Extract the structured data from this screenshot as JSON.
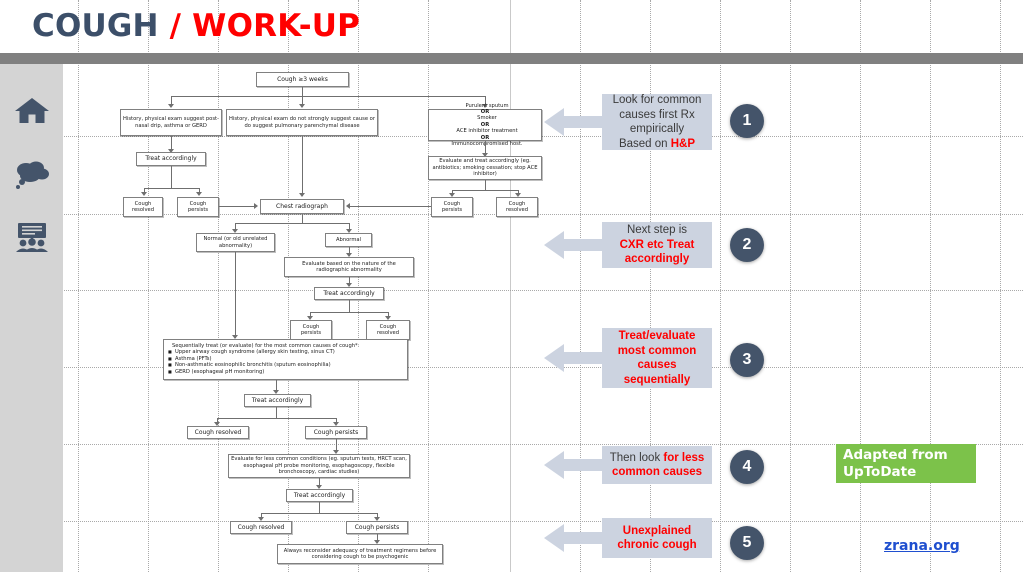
{
  "header": {
    "title_part1": "COUGH ",
    "title_part2": "/ WORK-UP",
    "title_color_1": "#3C4F69",
    "title_color_2": "#FF0000"
  },
  "sidebar": {
    "items": [
      {
        "icon": "home-icon",
        "name": "home"
      },
      {
        "icon": "thought-cloud-icon",
        "name": "thinking"
      },
      {
        "icon": "presentation-audience-icon",
        "name": "teaching"
      }
    ]
  },
  "flowchart": {
    "nodes": {
      "start": "Cough ≥3 weeks",
      "branch_left": "History, physical exam suggest post-nasal drip, asthma or GERD",
      "branch_mid": "History, physical exam do not strongly suggest cause or do suggest pulmonary parenchymal disease",
      "branch_right_l1": "Purulent sputum ",
      "branch_right_or1": "OR",
      "branch_right_l2": "Smoker ",
      "branch_right_or2": "OR",
      "branch_right_l3": "ACE inhibitor treatment ",
      "branch_right_or3": "OR",
      "branch_right_l4": "Immunocompromised host.",
      "treat_left": "Treat accordingly",
      "evaluate_right": "Evaluate and treat accordingly (eg. antibiotics; smoking cessation; stop ACE inhibitor)",
      "cough_resolved_l": "Cough resolved",
      "cough_persists_l": "Cough persists",
      "cough_persists_r": "Cough persists",
      "cough_resolved_r": "Cough resolved",
      "cxr": "Chest radiograph",
      "normal": "Normal (or old unrelated abnormality)",
      "abnormal": "Abnormal",
      "evaluate_radiographic": "Evaluate based on the nature of the radiographic abnormality",
      "treat_2": "Treat accordingly",
      "cough_persists_2": "Cough persists",
      "cough_resolved_2": "Cough resolved",
      "sequential_title": "Sequentially treat (or evaluate) for the most common causes of cough*:",
      "sequential_bullets": [
        "Upper airway cough syndrome (allergy skin testing, sinus CT)",
        "Asthma (PFTs)",
        "Non-asthmatic eosinophilic bronchitis (sputum eosinophilia)",
        "GERD (esophageal pH monitoring)"
      ],
      "treat_3": "Treat accordingly",
      "cough_resolved_3": "Cough resolved",
      "cough_persists_3": "Cough persists",
      "less_common": "Evaluate for less common conditions (eg. sputum tests, HRCT scan, esophageal pH probe monitoring, esophagoscopy, flexible bronchoscopy, cardiac studies)",
      "treat_4": "Treat accordingly",
      "cough_resolved_4": "Cough resolved",
      "cough_persists_4": "Cough persists",
      "psychogenic": "Always reconsider adequacy of treatment regimens before considering cough to be psychogenic"
    }
  },
  "callouts": [
    {
      "number": "1",
      "lines": [
        {
          "text": "Look for common",
          "red": false
        },
        {
          "text": "causes first Rx",
          "red": false
        },
        {
          "text": "empirically",
          "red": false
        },
        {
          "text": "Based on ",
          "red": false,
          "tail": "H&P",
          "tail_red": true
        }
      ]
    },
    {
      "number": "2",
      "lines": [
        {
          "text": "Next step is",
          "red": false
        },
        {
          "text": "CXR etc Treat",
          "red": true
        },
        {
          "text": "accordingly",
          "red": true
        }
      ]
    },
    {
      "number": "3",
      "lines": [
        {
          "text": "Treat/evaluate",
          "red": true
        },
        {
          "text": "most common",
          "red": true
        },
        {
          "text": "causes",
          "red": true
        },
        {
          "text": "sequentially",
          "red": true
        }
      ]
    },
    {
      "number": "4",
      "lines": [
        {
          "text": "Then look ",
          "red": false,
          "tail": "for less",
          "tail_red": true
        },
        {
          "text": "common causes",
          "red": true
        }
      ]
    },
    {
      "number": "5",
      "lines": [
        {
          "text": "Unexplained",
          "red": true
        },
        {
          "text": "chronic cough",
          "red": true
        }
      ]
    }
  ],
  "badge": {
    "line1": "Adapted from",
    "line2": "UpToDate",
    "color": "#7CC24A"
  },
  "link": {
    "text": "zrana.org",
    "color": "#1F4FCF"
  },
  "colors": {
    "accent_red": "#FF0000",
    "navy": "#44546A",
    "callout_bg": "#CCD3E0",
    "sidebar_bg": "#D4D4D4",
    "gray_bar": "#808080"
  }
}
